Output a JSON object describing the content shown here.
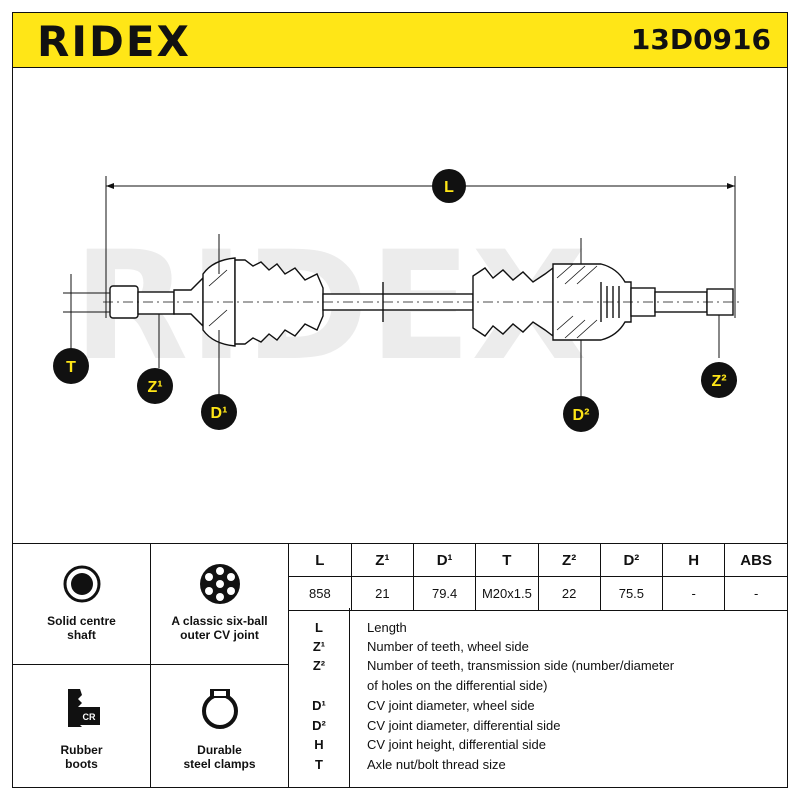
{
  "header": {
    "brand": "RIDEX",
    "part_number": "13D0916"
  },
  "drawing": {
    "watermark": "RIDEX",
    "labels": {
      "L": "L",
      "T": "T",
      "Z1": "Z¹",
      "D1": "D¹",
      "D2": "D²",
      "Z2": "Z²"
    },
    "label_fill": "#111111",
    "label_text_color": "#ffe617"
  },
  "features": [
    {
      "icon": "solid-shaft-icon",
      "label_line1": "Solid centre",
      "label_line2": "shaft"
    },
    {
      "icon": "six-ball-joint-icon",
      "label_line1": "A classic six-ball",
      "label_line2": "outer CV joint"
    },
    {
      "icon": "rubber-boot-icon",
      "label_line1": "Rubber",
      "label_line2": "boots",
      "badge": "CR"
    },
    {
      "icon": "steel-clamp-icon",
      "label_line1": "Durable",
      "label_line2": "steel clamps"
    }
  ],
  "spec_table": {
    "headers": [
      "L",
      "Z¹",
      "D¹",
      "T",
      "Z²",
      "D²",
      "H",
      "ABS"
    ],
    "values": [
      "858",
      "21",
      "79.4",
      "M20x1.5",
      "22",
      "75.5",
      "-",
      "-"
    ]
  },
  "legend": [
    {
      "key": "L",
      "text": "Length"
    },
    {
      "key": "Z¹",
      "text": "Number of teeth, wheel side"
    },
    {
      "key": "Z²",
      "text": "Number of teeth, transmission side (number/diameter"
    },
    {
      "key": "",
      "text": "of holes on the differential side)"
    },
    {
      "key": "D¹",
      "text": "CV joint diameter, wheel side"
    },
    {
      "key": "D²",
      "text": "CV joint diameter, differential side"
    },
    {
      "key": "H",
      "text": "CV joint height, differential side"
    },
    {
      "key": "T",
      "text": "Axle nut/bolt thread size"
    }
  ]
}
